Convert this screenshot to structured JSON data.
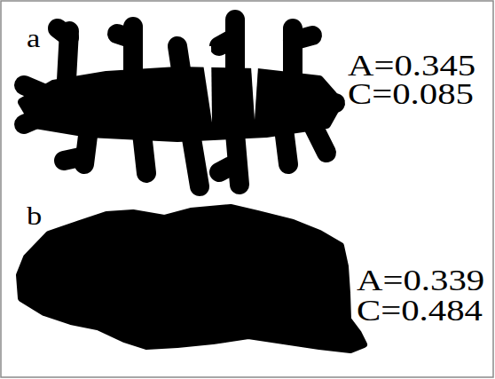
{
  "diagram": {
    "labels": [
      "a",
      "A=0.345",
      "C=0.085",
      "b",
      "A=0.339",
      "C=0.484"
    ]
  }
}
